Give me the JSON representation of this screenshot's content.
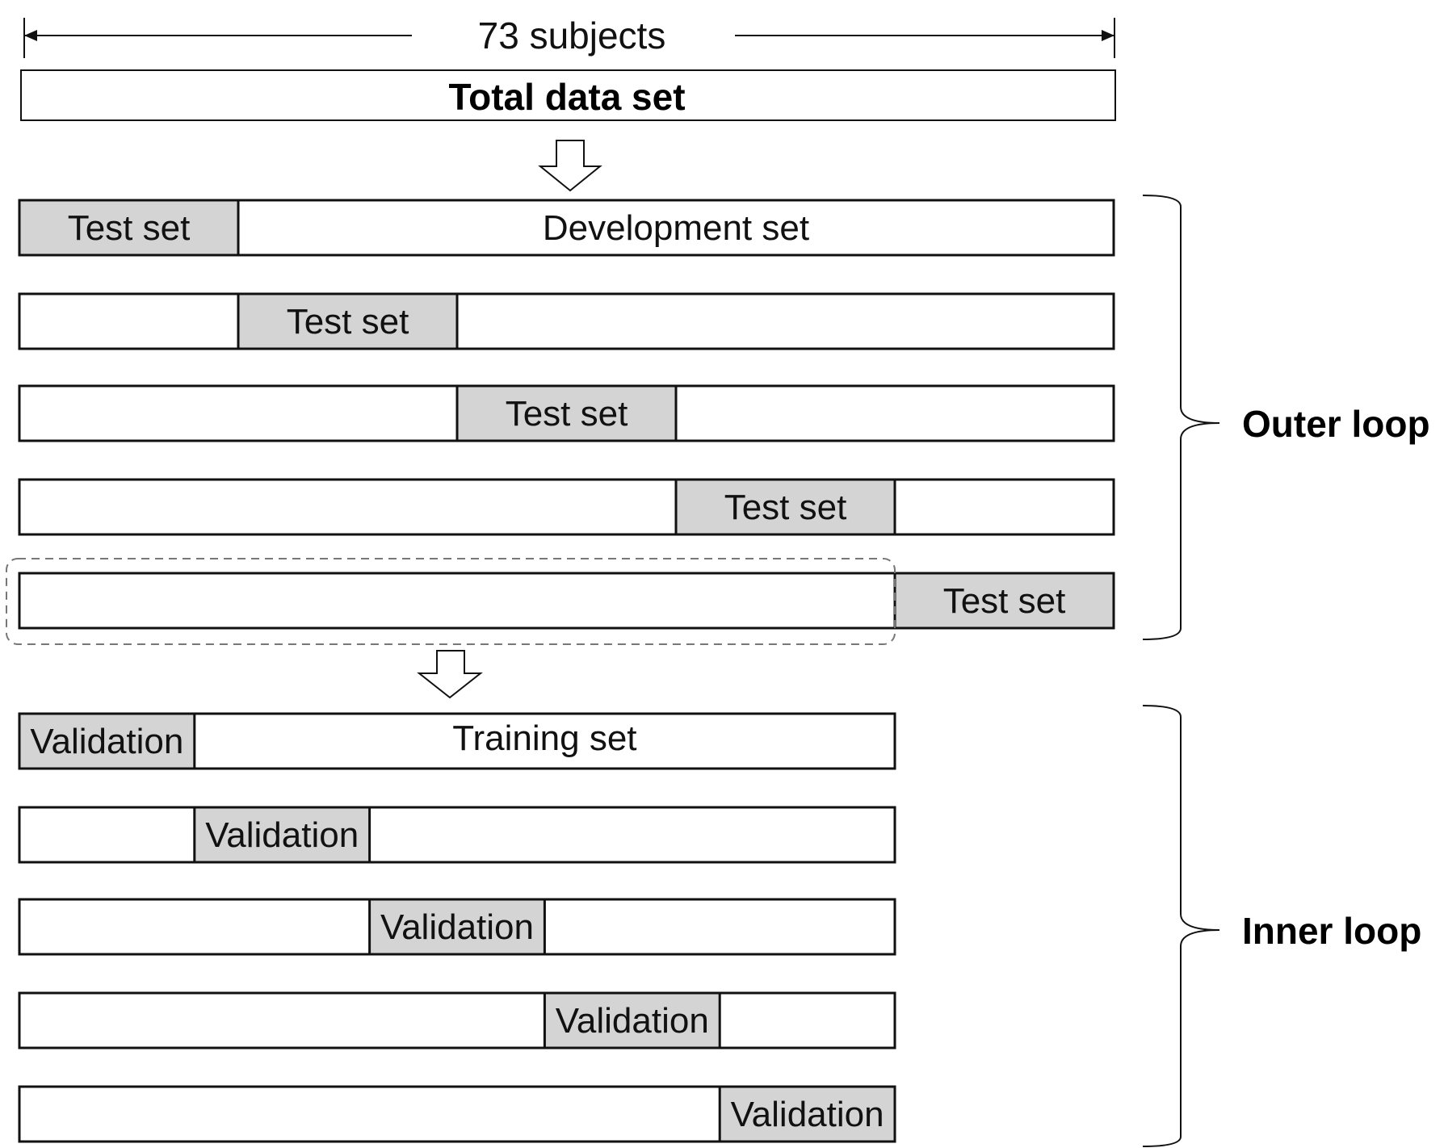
{
  "subjects_label": "73 subjects",
  "total_label": "Total data set",
  "outer": {
    "label": "Outer loop",
    "rows": [
      {
        "test_label": "Test set",
        "rest_label": "Development set"
      },
      {
        "test_label": "Test set",
        "rest_label": ""
      },
      {
        "test_label": "Test set",
        "rest_label": ""
      },
      {
        "test_label": "Test set",
        "rest_label": ""
      },
      {
        "test_label": "Test set",
        "rest_label": ""
      }
    ]
  },
  "inner": {
    "label": "Inner loop",
    "rows": [
      {
        "val_label": "Validation",
        "rest_label": "Training set"
      },
      {
        "val_label": "Validation",
        "rest_label": ""
      },
      {
        "val_label": "Validation",
        "rest_label": ""
      },
      {
        "val_label": "Validation",
        "rest_label": ""
      },
      {
        "val_label": "Validation",
        "rest_label": ""
      }
    ]
  },
  "colors": {
    "highlight_fill": "#d4d4d4",
    "stroke": "#111111",
    "dashed_stroke": "#777777"
  }
}
